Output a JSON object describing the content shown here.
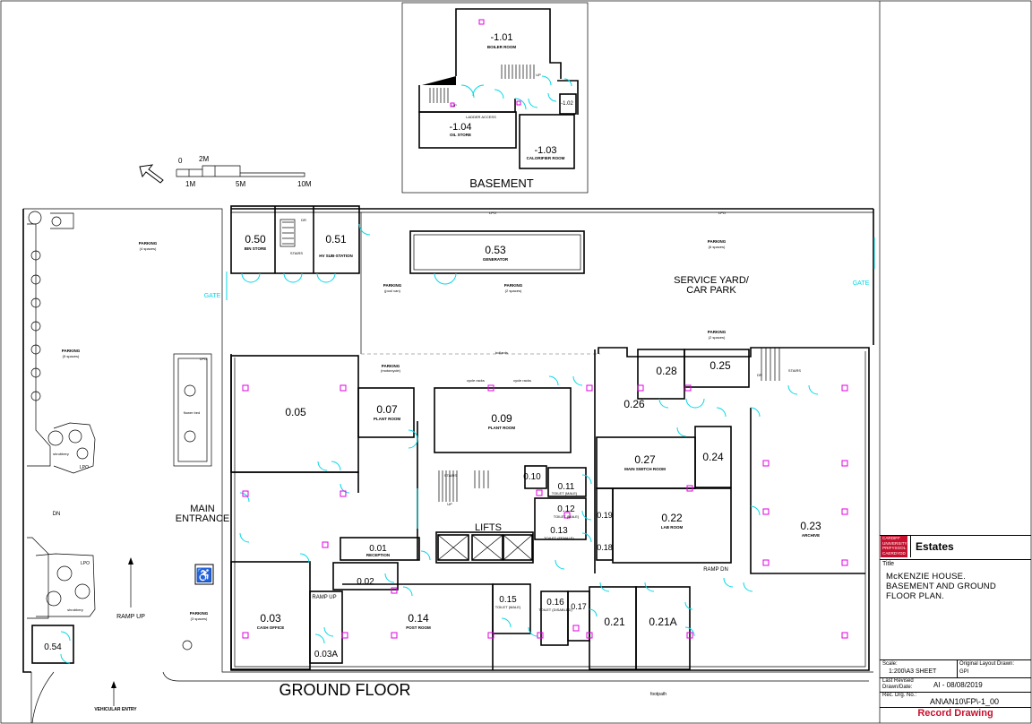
{
  "basement": {
    "caption": "BASEMENT",
    "rooms": [
      {
        "number": "-1.01",
        "name": "BOILER ROOM"
      },
      {
        "number": "-1.04",
        "name": "OIL STORE"
      },
      {
        "number": "-1.03",
        "name": "CALORIFIER ROOM"
      },
      {
        "number": "-1.02",
        "name": ""
      }
    ],
    "notes": [
      "LADDER ACCESS",
      "UP",
      "UP"
    ]
  },
  "ground_floor": {
    "caption": "GROUND FLOOR",
    "rooms": [
      {
        "number": "0.50",
        "name": "BIN STORE"
      },
      {
        "number": "0.51",
        "name": "HV SUB-STATION"
      },
      {
        "number": "0.53",
        "name": "GENERATOR"
      },
      {
        "number": "0.05",
        "name": ""
      },
      {
        "number": "0.07",
        "name": "PLANT ROOM"
      },
      {
        "number": "0.09",
        "name": "PLANT ROOM"
      },
      {
        "number": "0.28",
        "name": ""
      },
      {
        "number": "0.25",
        "name": ""
      },
      {
        "number": "0.26",
        "name": ""
      },
      {
        "number": "0.27",
        "name": "MAIN SWITCH ROOM"
      },
      {
        "number": "0.24",
        "name": ""
      },
      {
        "number": "0.10",
        "name": ""
      },
      {
        "number": "0.11",
        "name": "TOILET (MALE)"
      },
      {
        "number": "0.12",
        "name": "TOILET (MALE)"
      },
      {
        "number": "0.13",
        "name": "TOILET (FEMALE)"
      },
      {
        "number": "0.19",
        "name": ""
      },
      {
        "number": "0.18",
        "name": ""
      },
      {
        "number": "0.22",
        "name": "LAB ROOM"
      },
      {
        "number": "0.23",
        "name": "ARCHIVE"
      },
      {
        "number": "0.01",
        "name": "RECEPTION"
      },
      {
        "number": "0.02",
        "name": ""
      },
      {
        "number": "0.03",
        "name": "CASH OFFICE"
      },
      {
        "number": "0.03A",
        "name": ""
      },
      {
        "number": "0.14",
        "name": "POST ROOM"
      },
      {
        "number": "0.15",
        "name": "TOILET (MALE)"
      },
      {
        "number": "0.16",
        "name": "TOILET (DISABLED)"
      },
      {
        "number": "0.17",
        "name": ""
      },
      {
        "number": "0.21",
        "name": ""
      },
      {
        "number": "0.21A",
        "name": ""
      },
      {
        "number": "0.54",
        "name": ""
      }
    ],
    "areas": {
      "service_yard": "SERVICE YARD/",
      "car_park": "CAR PARK",
      "main": "MAIN",
      "entrance": "ENTRANCE",
      "lifts": "LIFTS",
      "ramp_up": "RAMP UP",
      "ramp_up_inner": "RAMP UP",
      "ramp_dn": "RAMP DN",
      "gate": "GATE",
      "vehicular_entry": "VEHICULAR ENTRY",
      "footpath": "footpath",
      "dn": "DN"
    },
    "parking_labels": [
      {
        "title": "PARKING",
        "note": "(4 spaces)"
      },
      {
        "title": "PARKING",
        "note": "(5 spaces)"
      },
      {
        "title": "PARKING",
        "note": "(3 spaces)"
      },
      {
        "title": "PARKING",
        "note": "(pool van)"
      },
      {
        "title": "PARKING",
        "note": "(2 spaces)"
      },
      {
        "title": "PARKING",
        "note": "(6 spaces)"
      },
      {
        "title": "PARKING",
        "note": "(2 spaces)"
      },
      {
        "title": "PARKING",
        "note": "(motorcycle)"
      }
    ],
    "small_notes": [
      "LPO",
      "LPO",
      "LPO",
      "LPO",
      "LPO",
      "STAIRS",
      "STAIRS",
      "STAIRS",
      "DR",
      "DR",
      "UP",
      "flower bed",
      "shrubbery",
      "shrubbery",
      "cycle racks",
      "cycle racks",
      "bollards"
    ]
  },
  "scale_bar": {
    "ticks_top": [
      "0",
      "2M"
    ],
    "ticks_bottom": [
      "1M",
      "5M",
      "10M"
    ]
  },
  "title_block": {
    "logo_lines": [
      "CARDIFF",
      "UNIVERSITY",
      "PRIFYSGOL",
      "CAERDYDD"
    ],
    "department": "Estates",
    "title_label": "Title",
    "title_lines": [
      "McKENZIE HOUSE.",
      "BASEMENT AND GROUND",
      "FLOOR PLAN."
    ],
    "scale_label": "Scale:",
    "scale_value": "1:200\\A3 SHEET",
    "layout_label": "Original Layout Drawn:",
    "layout_value": "GPI",
    "revised_label": "Last Revised",
    "drawn_label": "Drawn/Date:",
    "revised_value": "AI - 08/08/2019",
    "ref_label": "Rec. Drg. No.:",
    "ref_value": "AN\\AN10\\FP\\-1_00",
    "footer": "Record Drawing"
  },
  "colors": {
    "wall": "#000000",
    "door": "#00d8e6",
    "socket": "#e000e0",
    "brand_red": "#c8102e"
  }
}
